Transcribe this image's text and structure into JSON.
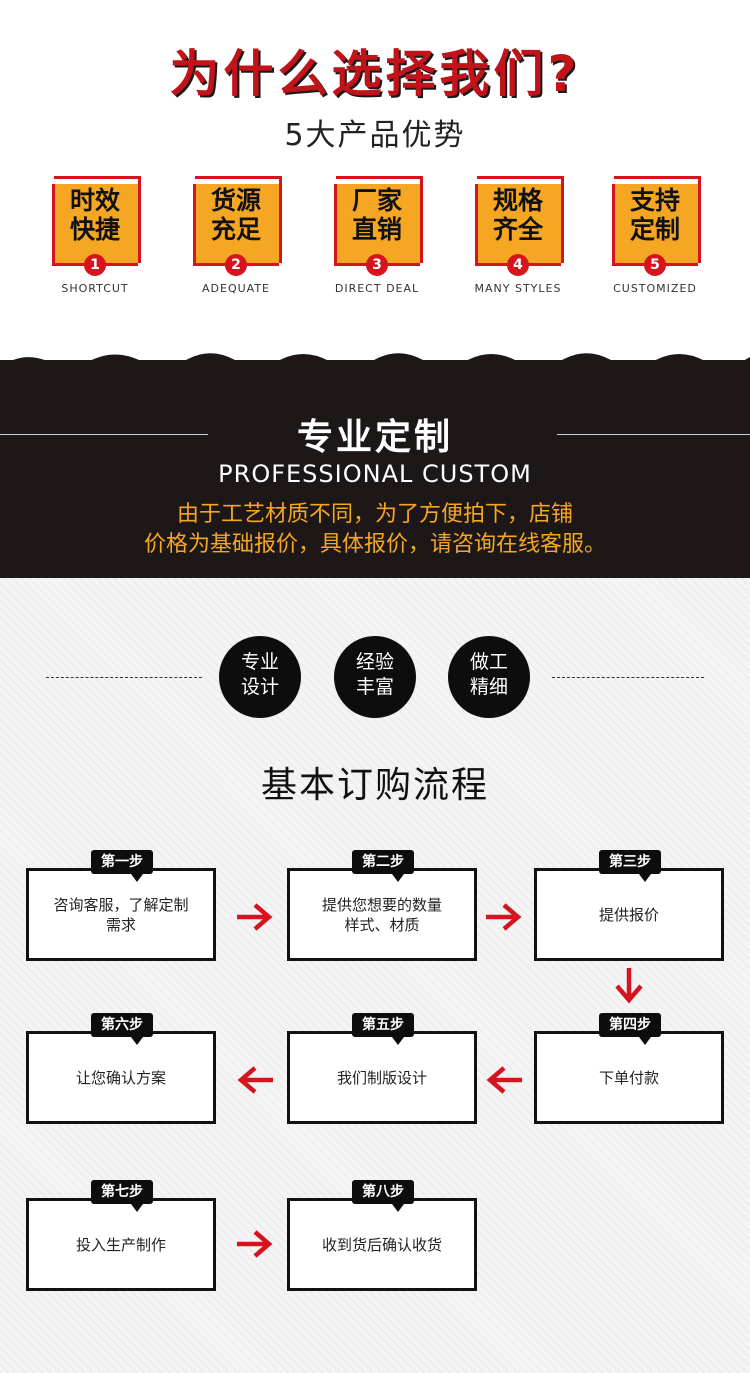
{
  "header": {
    "title": "为什么选择我们?",
    "subtitle": "5大产品优势"
  },
  "advantages": [
    {
      "line1": "时效",
      "line2": "快捷",
      "num": "1",
      "en": "SHORTCUT"
    },
    {
      "line1": "货源",
      "line2": "充足",
      "num": "2",
      "en": "ADEQUATE"
    },
    {
      "line1": "厂家",
      "line2": "直销",
      "num": "3",
      "en": "DIRECT DEAL"
    },
    {
      "line1": "规格",
      "line2": "齐全",
      "num": "4",
      "en": "MANY STYLES"
    },
    {
      "line1": "支持",
      "line2": "定制",
      "num": "5",
      "en": "CUSTOMIZED"
    }
  ],
  "professional": {
    "title": "专业定制",
    "en": "PROFESSIONAL CUSTOM",
    "desc_line1": "由于工艺材质不同，为了方便拍下，店铺",
    "desc_line2": "价格为基础报价，具体报价，请咨询在线客服。"
  },
  "features": [
    {
      "line1": "专业",
      "line2": "设计"
    },
    {
      "line1": "经验",
      "line2": "丰富"
    },
    {
      "line1": "做工",
      "line2": "精细"
    }
  ],
  "flow": {
    "title": "基本订购流程",
    "steps": [
      {
        "tag": "第一步",
        "line1": "咨询客服，了解定制",
        "line2": "需求"
      },
      {
        "tag": "第二步",
        "line1": "提供您想要的数量",
        "line2": "样式、材质"
      },
      {
        "tag": "第三步",
        "line1": "提供报价",
        "line2": ""
      },
      {
        "tag": "第四步",
        "line1": "下单付款",
        "line2": ""
      },
      {
        "tag": "第五步",
        "line1": "我们制版设计",
        "line2": ""
      },
      {
        "tag": "第六步",
        "line1": "让您确认方案",
        "line2": ""
      },
      {
        "tag": "第七步",
        "line1": "投入生产制作",
        "line2": ""
      },
      {
        "tag": "第八步",
        "line1": "收到货后确认收货",
        "line2": ""
      }
    ]
  },
  "colors": {
    "accent_red": "#d6141d",
    "accent_orange": "#f5a623",
    "dark": "#1d1817"
  }
}
